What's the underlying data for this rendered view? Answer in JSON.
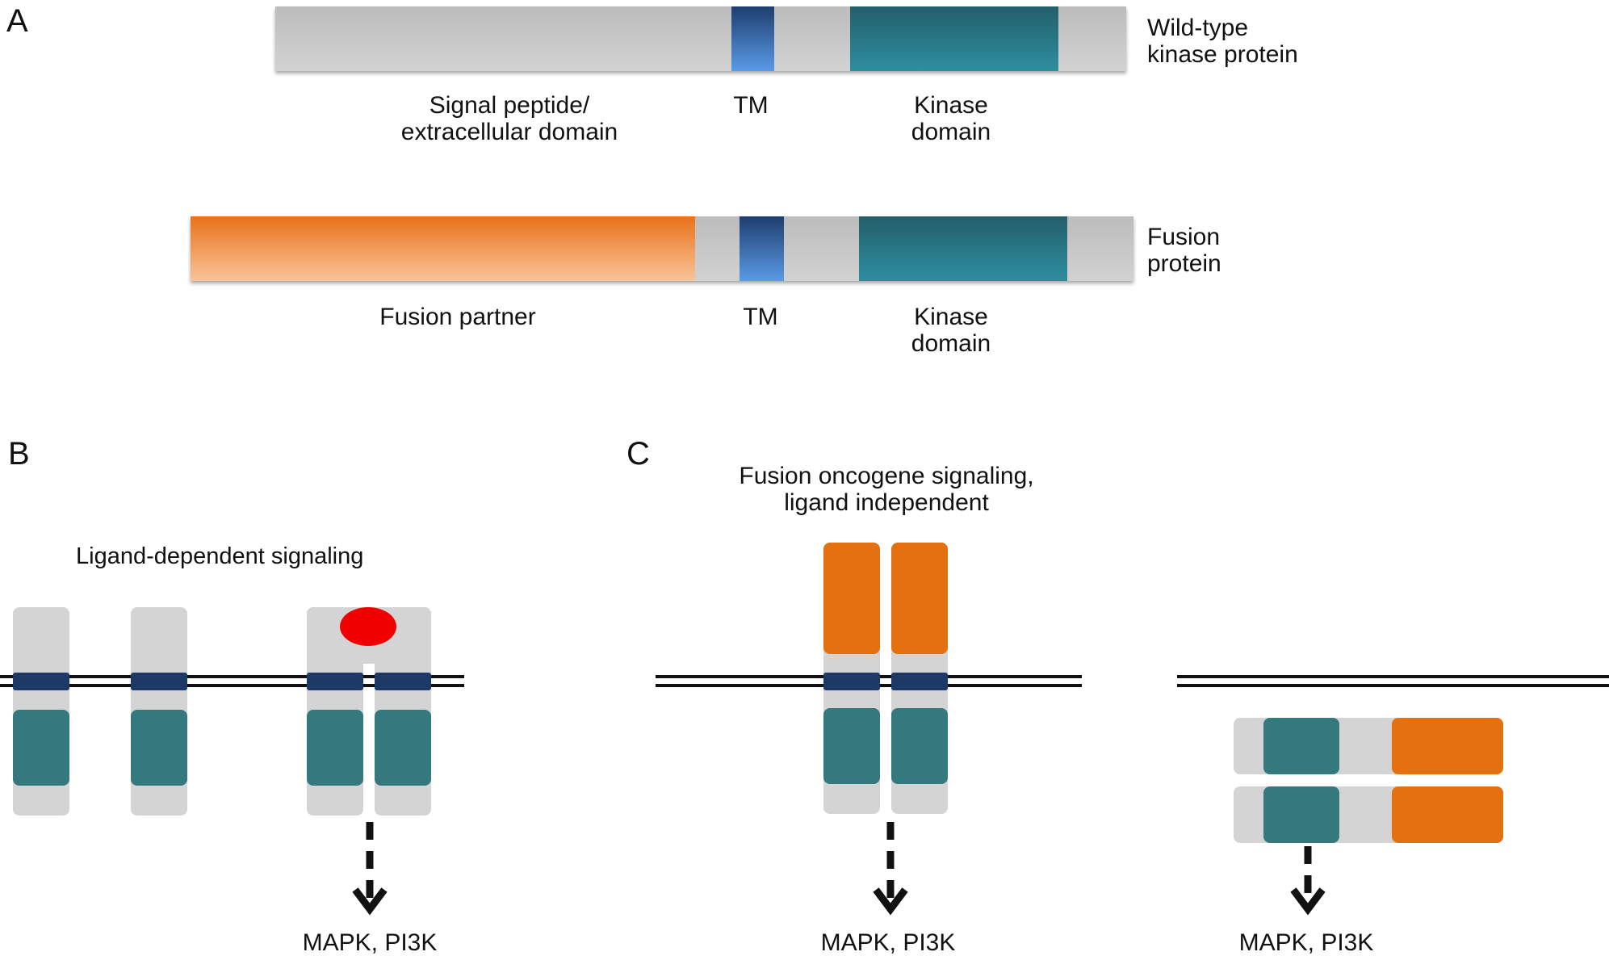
{
  "panels": {
    "a": {
      "letter": "A",
      "wild_type": {
        "side_label_line1": "Wild-type",
        "side_label_line2": "kinase protein",
        "signal_label_line1": "Signal peptide/",
        "signal_label_line2": "extracellular domain",
        "tm_label": "TM",
        "kinase_label_line1": "Kinase",
        "kinase_label_line2": "domain"
      },
      "fusion": {
        "side_label_line1": "Fusion",
        "side_label_line2": "protein",
        "partner_label": "Fusion partner",
        "tm_label": "TM",
        "kinase_label_line1": "Kinase",
        "kinase_label_line2": "domain"
      }
    },
    "b": {
      "letter": "B",
      "title": "Ligand-dependent signaling",
      "output_label": "MAPK, PI3K"
    },
    "c": {
      "letter": "C",
      "title_line1": "Fusion oncogene signaling,",
      "title_line2": "ligand independent",
      "output_label_left": "MAPK, PI3K",
      "output_label_right": "MAPK, PI3K"
    }
  },
  "colors": {
    "backbone_gray": "#c9c9c9",
    "receptor_gray": "#d4d4d4",
    "tm_blue": "#4a86d8",
    "tm_dark": "#1d3a66",
    "kinase_teal": "#2b8797",
    "kinase_teal_dark": "#33797e",
    "fusion_orange": "#e5700f",
    "fusion_orange_light": "#f8c08f",
    "ligand_red": "#f00000",
    "membrane": "#111111"
  }
}
